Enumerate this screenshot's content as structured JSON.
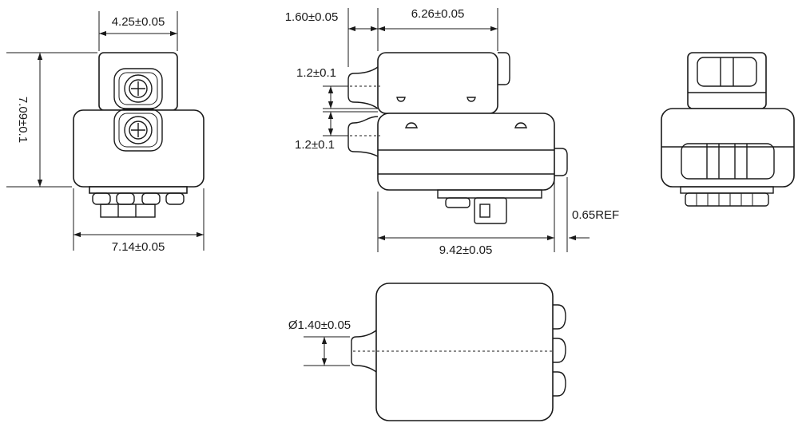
{
  "dimensions": {
    "front_top_width": "4.25±0.05",
    "front_height": "7.09±0.1",
    "front_bottom_width": "7.14±0.05",
    "side_gap": "1.60±0.05",
    "side_top_length": "6.26±0.05",
    "side_upper_offset": "1.2±0.1",
    "side_lower_offset": "1.2±0.1",
    "side_ref": "0.65REF",
    "side_bottom_length": "9.42±0.05",
    "bottom_diameter": "Ø1.40±0.05"
  }
}
